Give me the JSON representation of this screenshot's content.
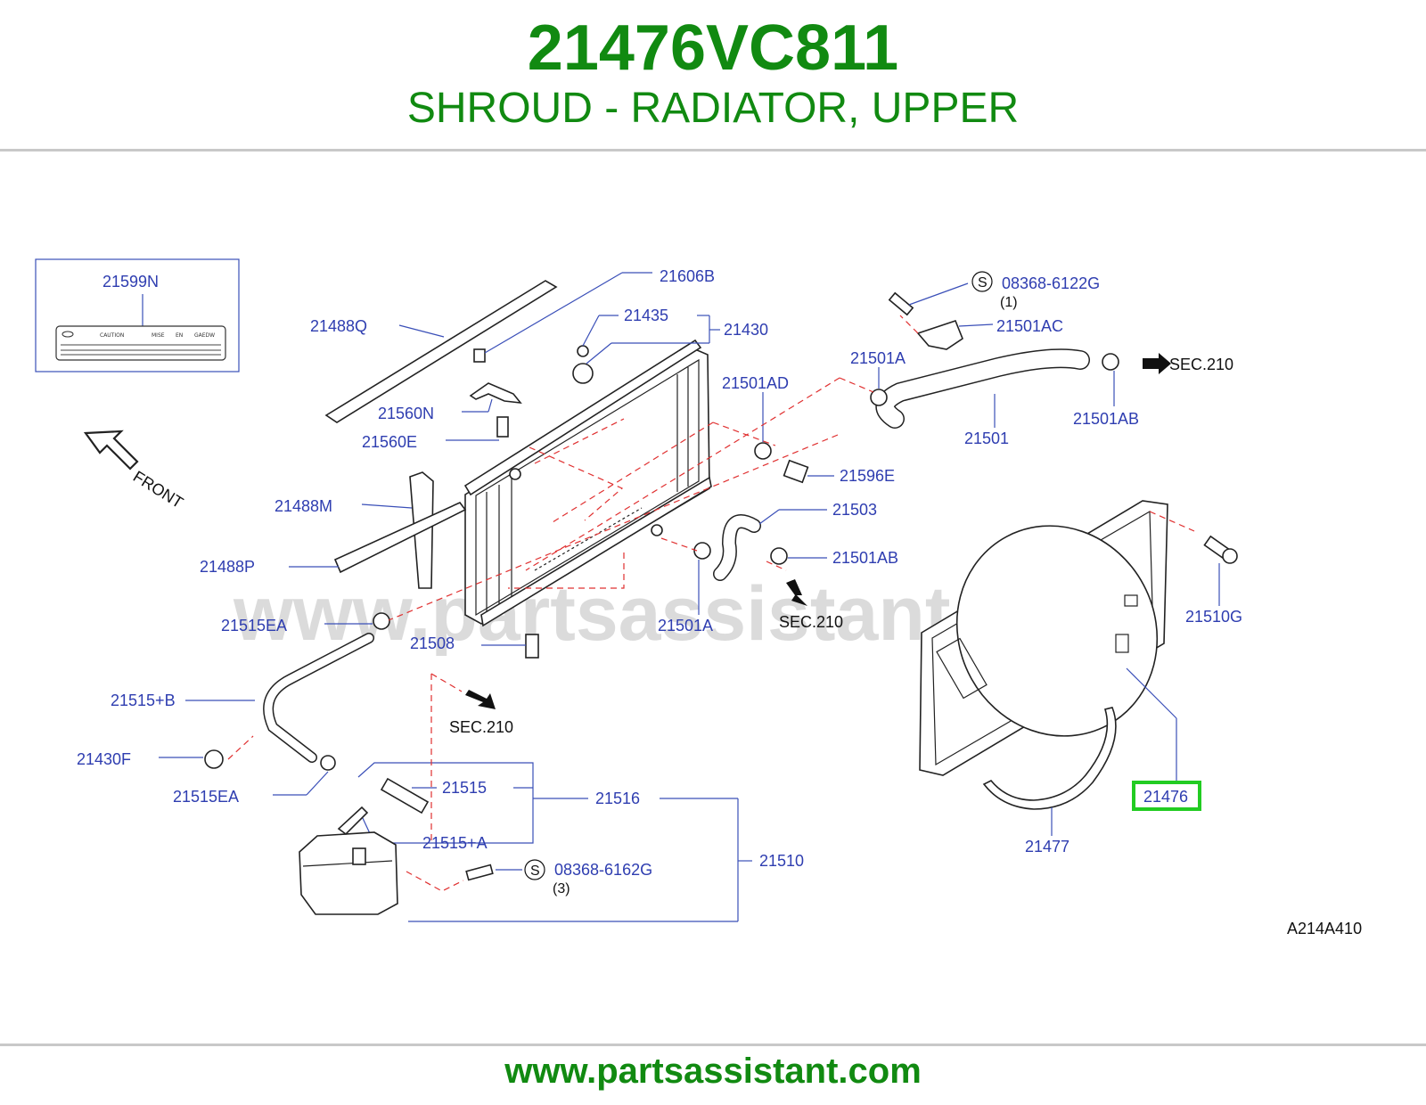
{
  "header": {
    "part_number": "21476VC811",
    "description": "SHROUD - RADIATOR, UPPER"
  },
  "diagram": {
    "watermark": "www.partsassistant.com",
    "diagram_code": "A214A410",
    "front_label": "FRONT",
    "highlight_color": "#22cc22",
    "label_box": {
      "part": "21599N",
      "labels": [
        "CAUTION",
        "MISE",
        "EN",
        "GAEDW"
      ]
    },
    "parts": {
      "p21606B": "21606B",
      "p21488Q": "21488Q",
      "p21435": "21435",
      "p21430": "21430",
      "p21560N": "21560N",
      "p21560E": "21560E",
      "p21488M": "21488M",
      "p21488P": "21488P",
      "p21515EA_top": "21515EA",
      "p21508": "21508",
      "p21515B": "21515+B",
      "p21430F": "21430F",
      "p21515EA_bottom": "21515EA",
      "p21515": "21515",
      "p21516": "21516",
      "p21515A": "21515+A",
      "p21510": "21510",
      "bolt_bottom": "08368-6162G",
      "bolt_bottom_qty": "(3)",
      "p21501AD": "21501AD",
      "p21596E": "21596E",
      "p21503": "21503",
      "p21501AB_mid": "21501AB",
      "p21501A_mid": "21501A",
      "bolt_top": "08368-6122G",
      "bolt_top_qty": "(1)",
      "p21501AC": "21501AC",
      "p21501A_top": "21501A",
      "p21501": "21501",
      "p21501AB_top": "21501AB",
      "p21510G": "21510G",
      "p21476": "21476",
      "p21477": "21477",
      "s_symbol": "S"
    },
    "sec_refs": {
      "top": "SEC.210",
      "mid": "SEC.210",
      "bottom": "SEC.210"
    }
  },
  "footer": {
    "site": "www.partsassistant.com"
  }
}
